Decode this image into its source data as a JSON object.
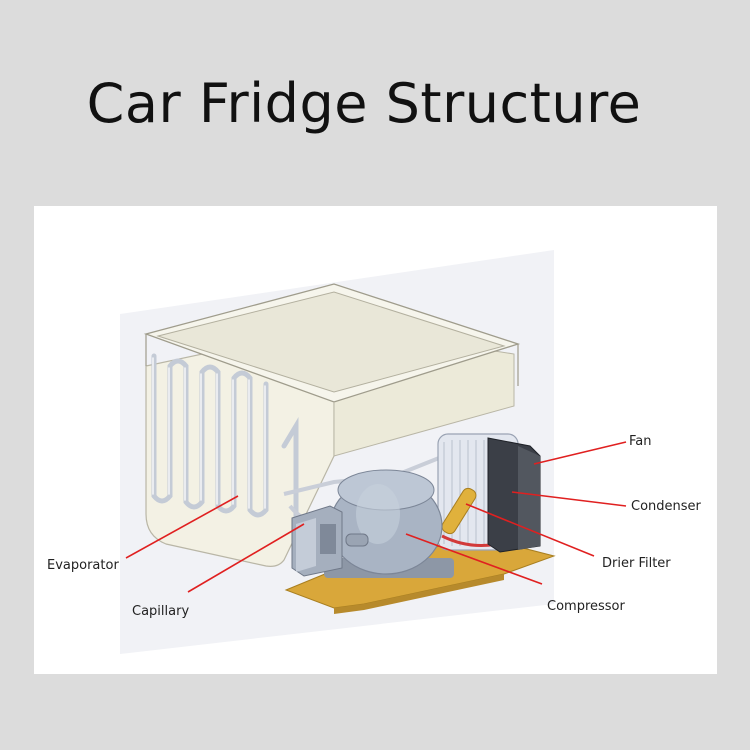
{
  "title": "Car Fridge Structure",
  "labels": {
    "fan": "Fan",
    "condenser": "Condenser",
    "drier_filter": "Drier Filter",
    "compressor": "Compressor",
    "evaporator": "Evaporator",
    "capillary": "Capillary"
  },
  "colors": {
    "background": "#dcdcdc",
    "panel": "#ffffff",
    "leader_line": "#e02020",
    "liner": "#f1efe3",
    "compressor": "#a9b4c4",
    "base_plate": "#d9a73a"
  }
}
